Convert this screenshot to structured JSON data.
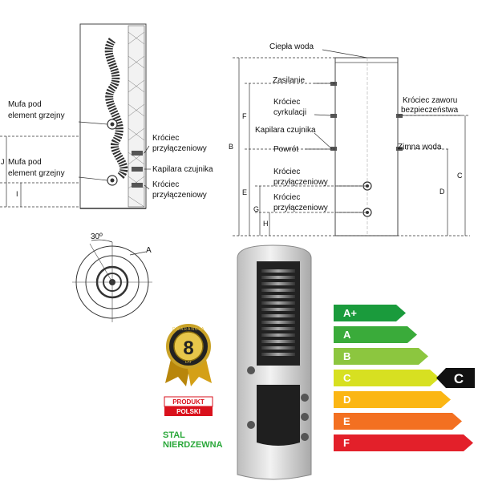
{
  "left_drawing": {
    "labels": [
      {
        "line1": "Mufa pod",
        "line2": "element grzejny"
      },
      {
        "line1": "Mufa pod",
        "line2": "element grzejny"
      },
      {
        "line1": "Króciec",
        "line2": "przyłączeniowy"
      },
      {
        "line1": "Kapilara czujnika",
        "line2": ""
      },
      {
        "line1": "Króciec",
        "line2": "przyłączeniowy"
      }
    ],
    "dims": [
      "J",
      "I"
    ]
  },
  "right_drawing": {
    "labels": {
      "ciepla_woda": "Ciepła woda",
      "zasilanie": "Zasilanie",
      "krociec_cyrk_1": "Króciec",
      "krociec_cyrk_2": "cyrkulacji",
      "kapilara": "Kapilara czujnika",
      "powrot": "Powrót",
      "krociec_prz1_1": "Króciec",
      "krociec_prz1_2": "przyłączeniowy",
      "krociec_prz2_1": "Króciec",
      "krociec_prz2_2": "przyłączeniowy",
      "zawor_1": "Króciec zaworu",
      "zawor_2": "bezpieczeństwa",
      "zimna_woda": "Zimna woda"
    },
    "dims": [
      "B",
      "F",
      "E",
      "G",
      "H",
      "D",
      "C"
    ]
  },
  "top_view": {
    "angle": "30º",
    "marker": "A"
  },
  "badge": {
    "number": "8",
    "ring_text": "GWARANCJA",
    "sub": "LAT"
  },
  "produkt": {
    "line1": "PRODUKT",
    "line2": "POLSKI"
  },
  "stal": {
    "line1": "STAL",
    "line2": "NIERDZEWNA"
  },
  "energy": {
    "classes": [
      {
        "label": "A+",
        "color": "#1a9b3c"
      },
      {
        "label": "A",
        "color": "#3aab3a"
      },
      {
        "label": "B",
        "color": "#8cc63f"
      },
      {
        "label": "C",
        "color": "#d7e021"
      },
      {
        "label": "D",
        "color": "#fbb614"
      },
      {
        "label": "E",
        "color": "#f37021"
      },
      {
        "label": "F",
        "color": "#e3202a"
      }
    ],
    "current": "C"
  }
}
